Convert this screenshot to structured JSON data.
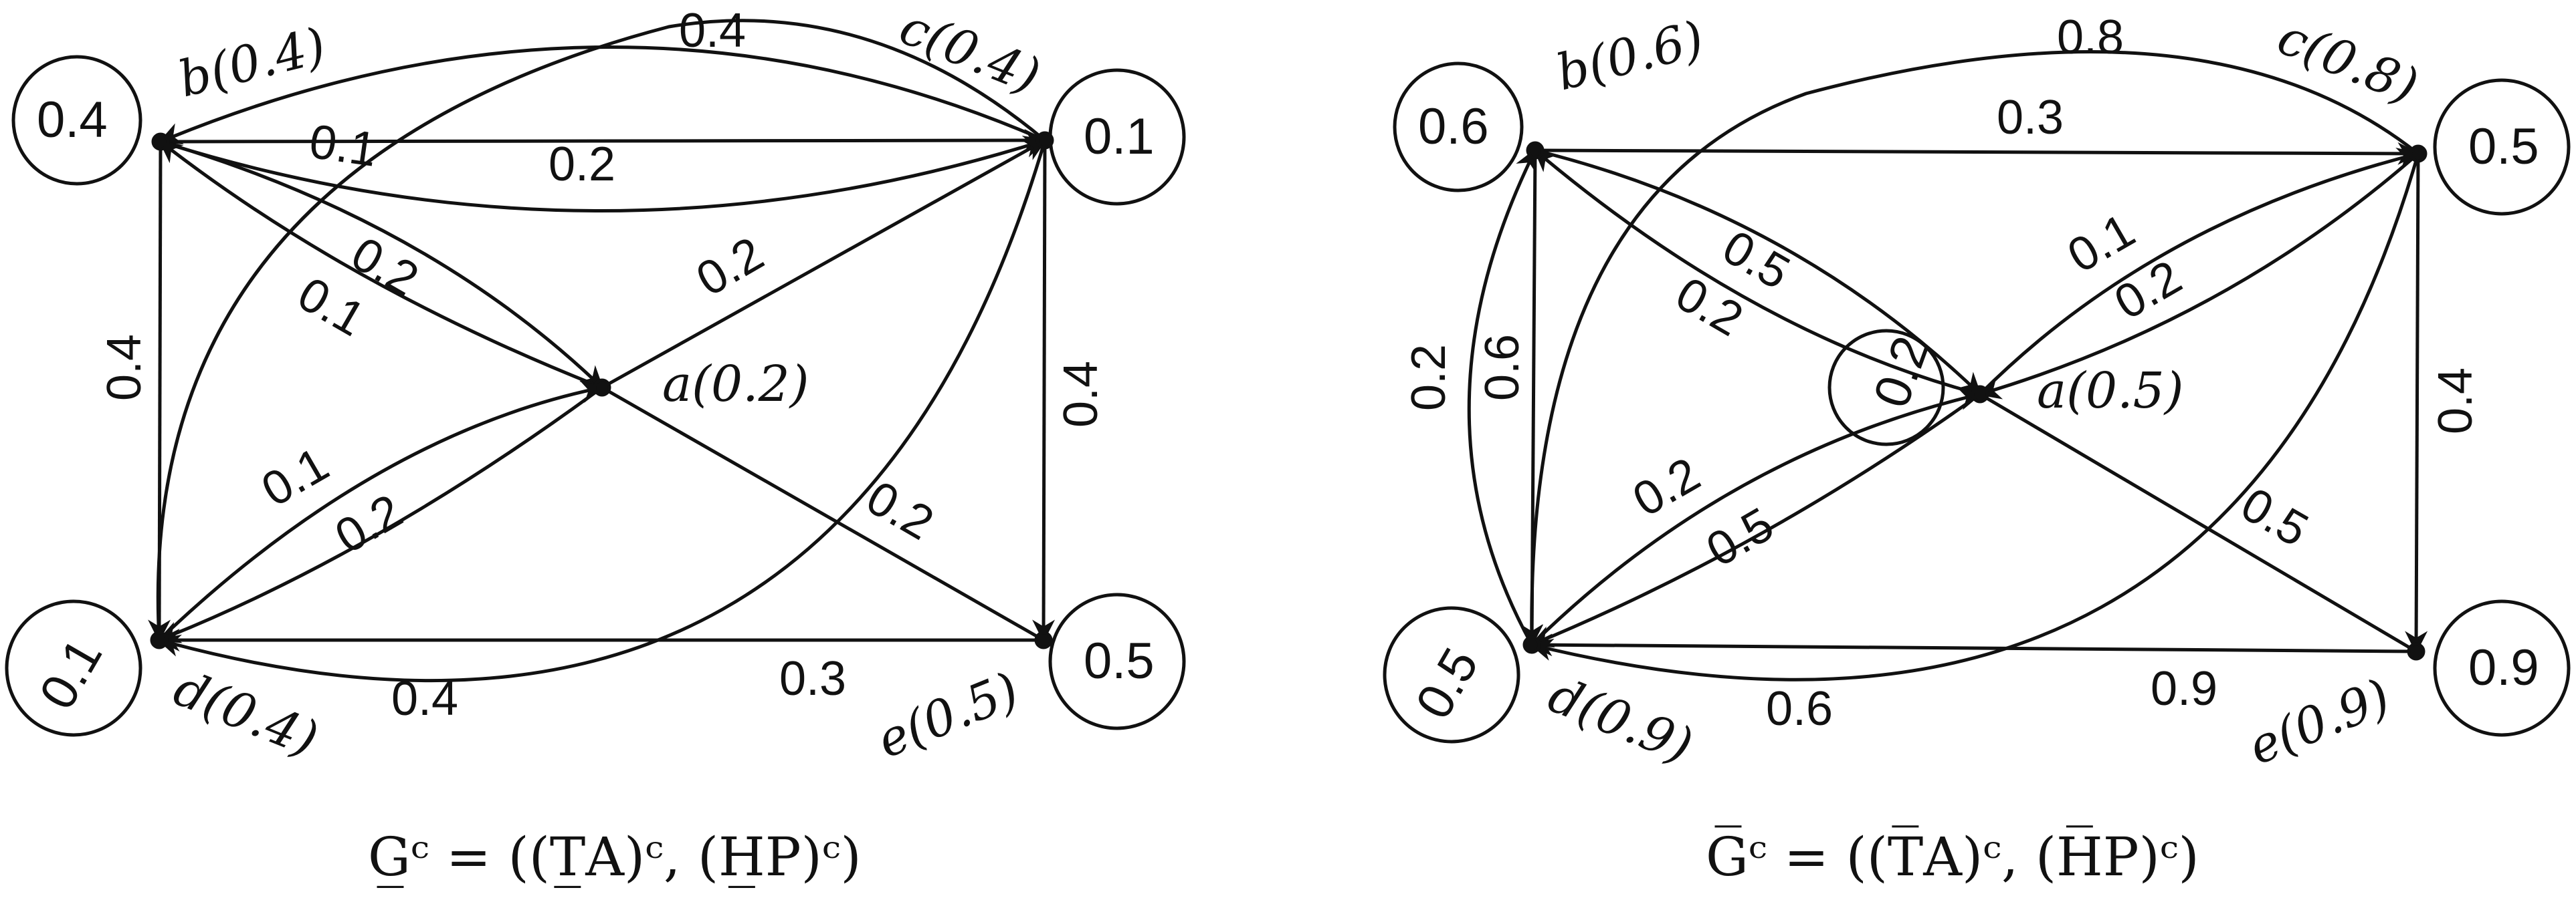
{
  "graphs": [
    {
      "id": "left",
      "caption": "G̲ᶜ = ((T̲A)ᶜ, (H̲P)ᶜ)",
      "nodes": [
        {
          "id": "b",
          "label": "b(0.4)",
          "loop": "0.4"
        },
        {
          "id": "c",
          "label": "c(0.4)",
          "loop": "0.1"
        },
        {
          "id": "a",
          "label": "a(0.2)"
        },
        {
          "id": "d",
          "label": "d(0.4)",
          "loop": "0.1"
        },
        {
          "id": "e",
          "label": "e(0.5)",
          "loop": "0.5"
        }
      ],
      "edges": [
        {
          "from": "c",
          "to": "b",
          "weight": "0.4"
        },
        {
          "from": "b",
          "to": "c",
          "weight": "0.1"
        },
        {
          "from": "b",
          "to": "c",
          "weight": "0.2"
        },
        {
          "from": "b",
          "to": "a",
          "weight": "0.2"
        },
        {
          "from": "a",
          "to": "b",
          "weight": "0.1"
        },
        {
          "from": "a",
          "to": "c",
          "weight": "0.2"
        },
        {
          "from": "b",
          "to": "d",
          "weight": "0.4"
        },
        {
          "from": "d",
          "to": "a",
          "weight": "0.1"
        },
        {
          "from": "a",
          "to": "d",
          "weight": "0.2"
        },
        {
          "from": "c",
          "to": "e",
          "weight": "0.4"
        },
        {
          "from": "a",
          "to": "e",
          "weight": "0.2"
        },
        {
          "from": "e",
          "to": "d",
          "weight": "0.3"
        },
        {
          "from": "c",
          "to": "d",
          "weight": "0.4"
        }
      ]
    },
    {
      "id": "right",
      "caption": "G̅ᶜ = ((T̅A)ᶜ, (H̅P)ᶜ)",
      "nodes": [
        {
          "id": "b",
          "label": "b(0.6)",
          "loop": "0.6"
        },
        {
          "id": "c",
          "label": "c(0.8)",
          "loop": "0.5"
        },
        {
          "id": "a",
          "label": "a(0.5)",
          "loop": "0.2"
        },
        {
          "id": "d",
          "label": "d(0.9)",
          "loop": "0.5"
        },
        {
          "id": "e",
          "label": "e(0.9)",
          "loop": "0.9"
        }
      ],
      "edges": [
        {
          "from": "b",
          "to": "c",
          "weight": "0.3"
        },
        {
          "from": "c",
          "to": "d",
          "weight": "0.8"
        },
        {
          "from": "b",
          "to": "a",
          "weight": "0.5"
        },
        {
          "from": "a",
          "to": "b",
          "weight": "0.2"
        },
        {
          "from": "a",
          "to": "c",
          "weight": "0.1"
        },
        {
          "from": "c",
          "to": "a",
          "weight": "0.2"
        },
        {
          "from": "d",
          "to": "a",
          "weight": "0.2"
        },
        {
          "from": "a",
          "to": "d",
          "weight": "0.5"
        },
        {
          "from": "b",
          "to": "d",
          "weight": "0.6"
        },
        {
          "from": "d",
          "to": "b",
          "weight": "0.2"
        },
        {
          "from": "c",
          "to": "e",
          "weight": "0.4"
        },
        {
          "from": "a",
          "to": "e",
          "weight": "0.5"
        },
        {
          "from": "e",
          "to": "d",
          "weight": "0.9"
        },
        {
          "from": "c",
          "to": "d",
          "weight": "0.6"
        }
      ]
    }
  ]
}
